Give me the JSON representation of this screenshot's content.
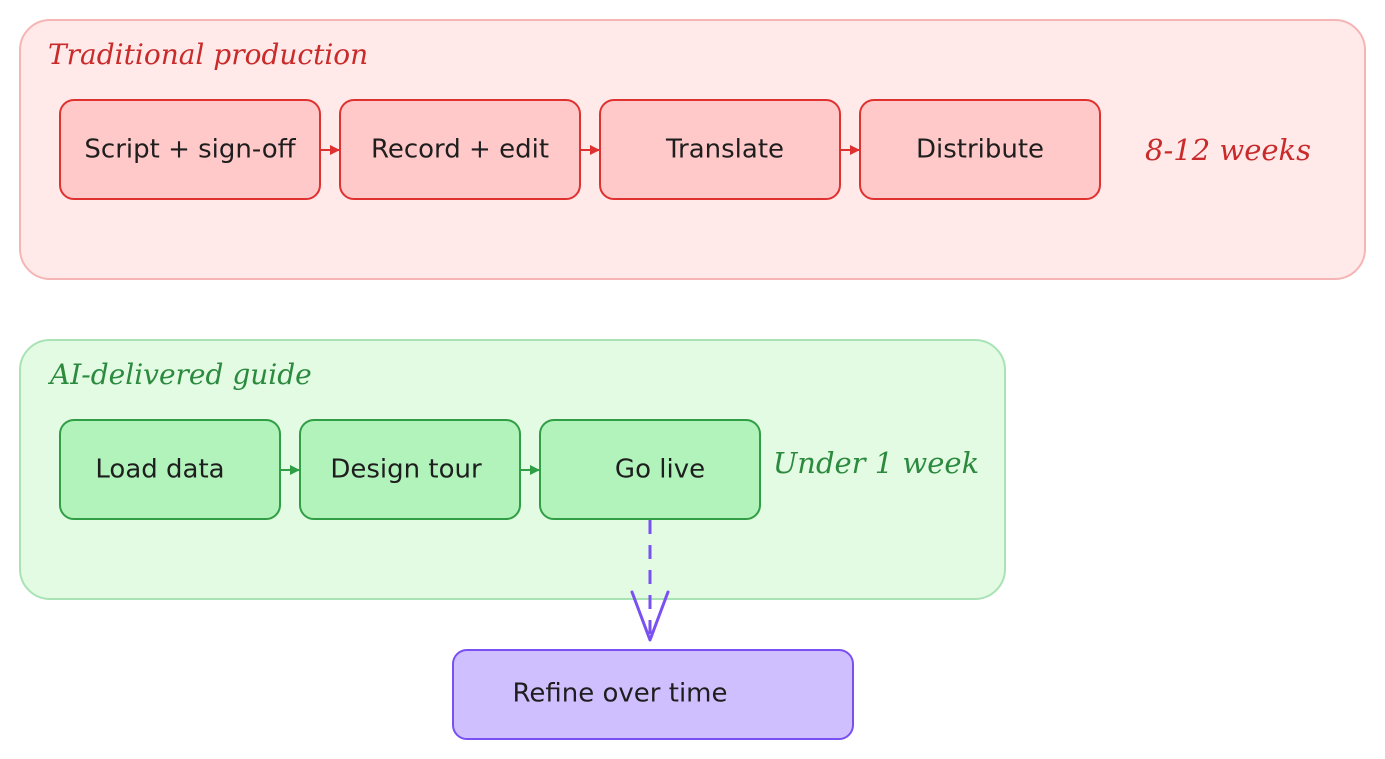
{
  "traditional": {
    "title": "Traditional production",
    "steps": [
      "Script + sign-off",
      "Record + edit",
      "Translate",
      "Distribute"
    ],
    "duration": "8-12 weeks",
    "colors": {
      "panel_fill": "#ffe9e9",
      "panel_stroke": "#f5b5b5",
      "box_fill": "#ffc9c9",
      "box_stroke": "#e03131",
      "text": "#c92a2a"
    }
  },
  "ai": {
    "title": "AI-delivered guide",
    "steps": [
      "Load data",
      "Design tour",
      "Go live"
    ],
    "duration": "Under 1 week",
    "colors": {
      "panel_fill": "#e3fbe3",
      "panel_stroke": "#a9e3b5",
      "box_fill": "#b2f2bb",
      "box_stroke": "#2f9e44",
      "text": "#2b8a3e"
    }
  },
  "refine": {
    "label": "Refine over time",
    "colors": {
      "box_fill": "#d0bfff",
      "box_stroke": "#7950f2",
      "arrow": "#7950f2"
    }
  }
}
